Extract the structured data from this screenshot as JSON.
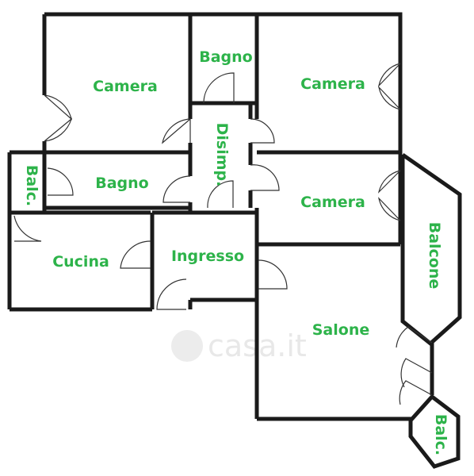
{
  "rooms": {
    "camera_top_left": "Camera",
    "bagno_top": "Bagno",
    "camera_top_right": "Camera",
    "disimp": "Disimp.",
    "balc_left": "Balc.",
    "bagno_middle": "Bagno",
    "camera_middle_right": "Camera",
    "cucina": "Cucina",
    "ingresso": "Ingresso",
    "balcone": "Balcone",
    "salone": "Salone",
    "balc_bottom": "Balc."
  },
  "watermark": "casa.it",
  "colors": {
    "label": "#2db34a",
    "wall": "#1a1a1a"
  }
}
